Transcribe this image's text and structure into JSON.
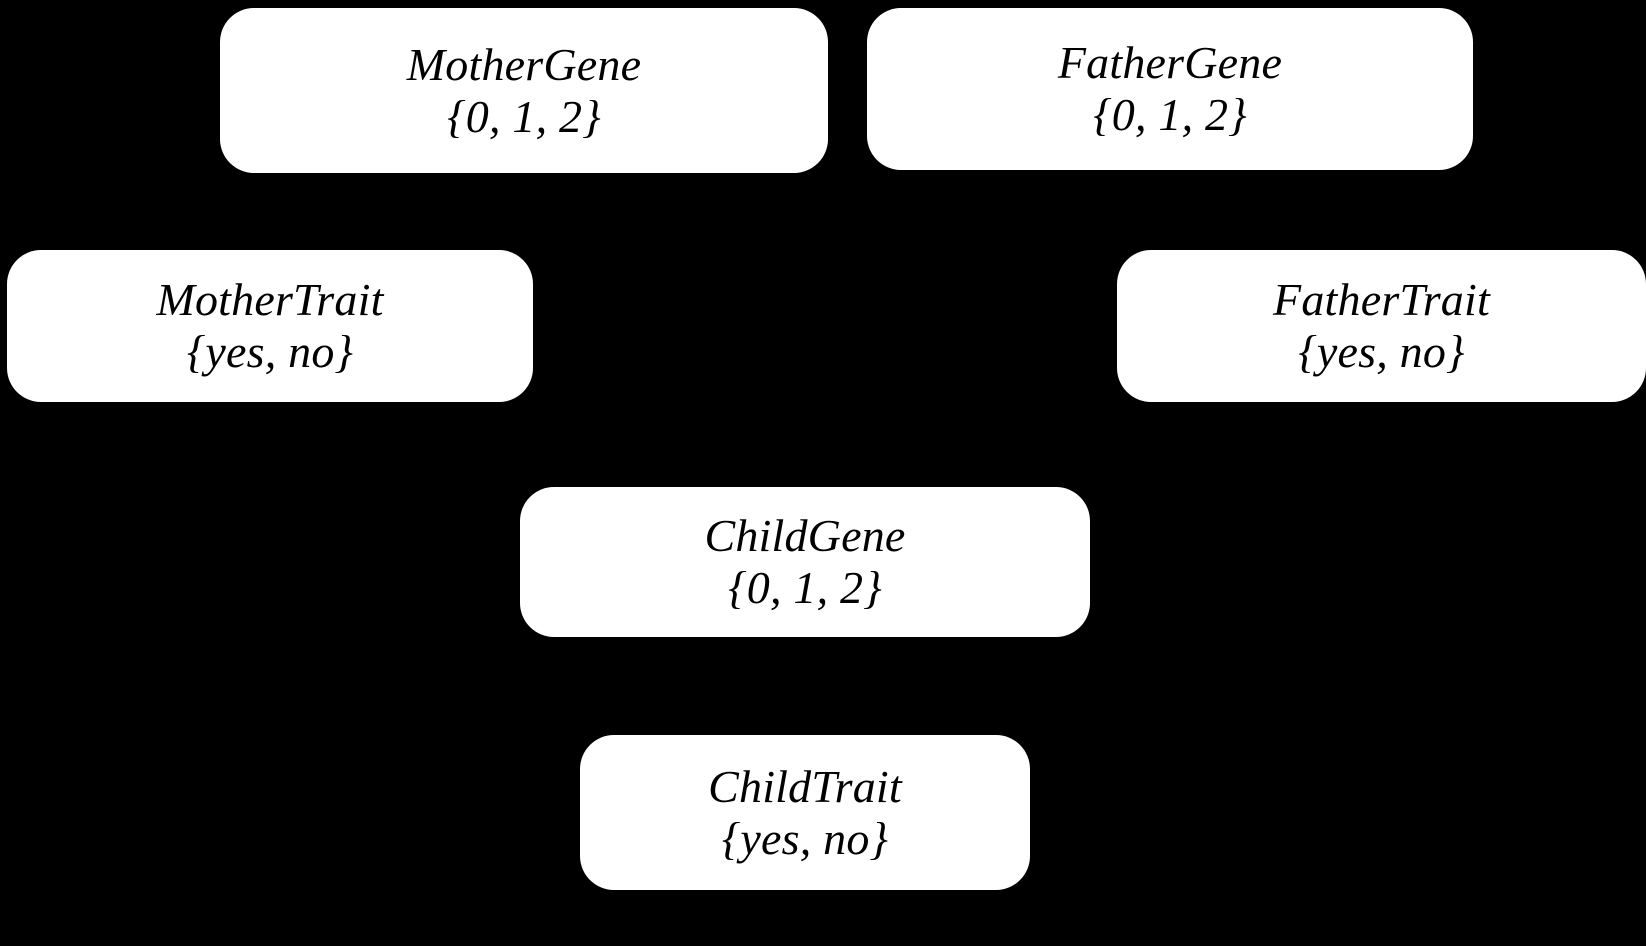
{
  "diagram": {
    "type": "bayesian-network",
    "title": "",
    "background_color": "#000000",
    "node_fill_color": "#ffffff",
    "node_text_color": "#000000",
    "edge_color": "#000000",
    "nodes": [
      {
        "id": "mother-gene",
        "name": "MotherGene",
        "domain": "{0, 1, 2}",
        "values": [
          "0",
          "1",
          "2"
        ]
      },
      {
        "id": "father-gene",
        "name": "FatherGene",
        "domain": "{0, 1, 2}",
        "values": [
          "0",
          "1",
          "2"
        ]
      },
      {
        "id": "mother-trait",
        "name": "MotherTrait",
        "domain": "{yes, no}",
        "values": [
          "yes",
          "no"
        ]
      },
      {
        "id": "father-trait",
        "name": "FatherTrait",
        "domain": "{yes, no}",
        "values": [
          "yes",
          "no"
        ]
      },
      {
        "id": "child-gene",
        "name": "ChildGene",
        "domain": "{0, 1, 2}",
        "values": [
          "0",
          "1",
          "2"
        ]
      },
      {
        "id": "child-trait",
        "name": "ChildTrait",
        "domain": "{yes, no}",
        "values": [
          "yes",
          "no"
        ]
      }
    ],
    "edges": [
      {
        "from": "mother-gene",
        "to": "mother-trait"
      },
      {
        "from": "mother-gene",
        "to": "child-gene"
      },
      {
        "from": "father-gene",
        "to": "father-trait"
      },
      {
        "from": "father-gene",
        "to": "child-gene"
      },
      {
        "from": "child-gene",
        "to": "child-trait"
      }
    ]
  }
}
